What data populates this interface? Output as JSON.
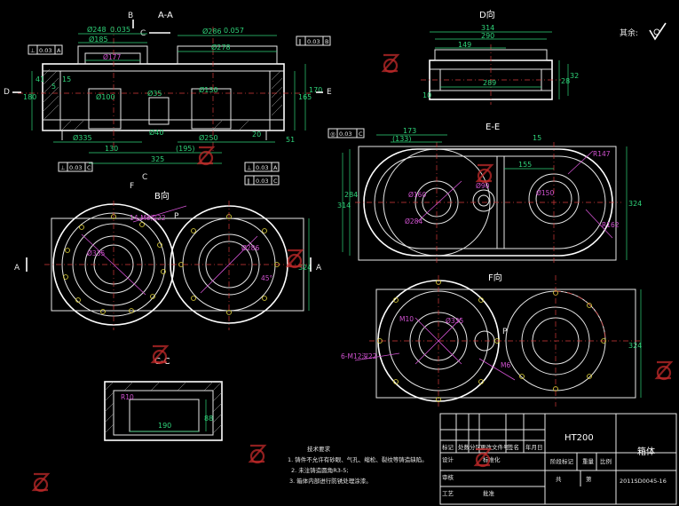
{
  "views": {
    "aa": "A-A",
    "d": "D向",
    "ee": "E-E",
    "b": "B向",
    "f": "F向",
    "cc": "C-C"
  },
  "section_marks": {
    "a": "A",
    "b": "B",
    "c": "C",
    "d": "D",
    "e": "E",
    "f": "F"
  },
  "roughness_note": "其余:",
  "aa_dims": {
    "d248": "Ø248",
    "d185": "Ø185",
    "d177": "Ø177",
    "d286": "Ø286",
    "d278": "Ø278",
    "d100": "Ø100",
    "d35": "Ø35",
    "d130": "Ø130",
    "d335": "Ø335",
    "d250": "Ø250",
    "d40": "Ø40",
    "h165": "165",
    "h170": "170",
    "h180": "180",
    "h15": "15",
    "h51": "51",
    "h5": "5",
    "h41": "41",
    "h20": "20",
    "w130": "130",
    "w195": "(195)",
    "w325": "325",
    "tol1": "0.035",
    "tol2": "0.057"
  },
  "d_dims": {
    "w314": "314",
    "w290": "290",
    "w149": "149",
    "w289": "289",
    "h28": "28",
    "h32": "32",
    "h10": "10"
  },
  "ee_dims": {
    "w173": "173",
    "w133": "(133)",
    "w155": "155",
    "w15": "15",
    "h314": "314",
    "h284": "284",
    "h324": "324",
    "r162": "R162",
    "r147": "R147",
    "d160": "Ø160",
    "d150": "Ø150",
    "d284": "Ø284",
    "d90": "Ø90"
  },
  "b_dims": {
    "holes": "14-M8深22",
    "d286": "Ø286",
    "d335": "Ø335",
    "h324": "324",
    "deg": "45°",
    "p": "P"
  },
  "cc_dims": {
    "w190": "190",
    "h88": "88",
    "r10": "R10"
  },
  "f_dims": {
    "holes": "6-M12深22",
    "d335": "Ø335",
    "m10": "M10",
    "m6": "M6",
    "h324": "324",
    "p": "P"
  },
  "tolerance_frames": [
    {
      "sym": "⊥",
      "val": "0.03",
      "ref": "A"
    },
    {
      "sym": "∥",
      "val": "0.03",
      "ref": "B"
    },
    {
      "sym": "◎",
      "val": "0.03",
      "ref": "C"
    },
    {
      "sym": "⊥",
      "val": "0.03",
      "ref": "C"
    },
    {
      "sym": "⊥",
      "val": "0.03",
      "ref": "A"
    },
    {
      "sym": "∥",
      "val": "0.03",
      "ref": "C"
    }
  ],
  "notes": {
    "title": "技术要求",
    "line1": "1. 铸件不允许有砂眼、气孔、缩松、裂纹等铸造缺陷。",
    "line2": "2. 未注铸造圆角R3-5;",
    "line3": "3. 箱体内部进行防锈处理涂漆。"
  },
  "title_block": {
    "material": "HT200",
    "part_name": "箱体",
    "drawing_no": "2011SD0045-16",
    "row_mark": "标记",
    "row_count": "处数",
    "row_zone": "分区",
    "row_doc": "更改文件号",
    "row_sign": "签名",
    "row_date": "年月日",
    "design": "设计",
    "standard": "标准化",
    "stage": "阶段标记",
    "weight": "重量",
    "scale": "比例",
    "review": "审核",
    "process": "工艺",
    "approve": "批准",
    "sheets_total": "共",
    "sheet_no": "第"
  },
  "colors": {
    "outline": "#e8e8e8",
    "dimension": "#2fd47a",
    "centerline": "#d33a3a",
    "label": "#d052d0",
    "watermark": "#c02a2a"
  }
}
